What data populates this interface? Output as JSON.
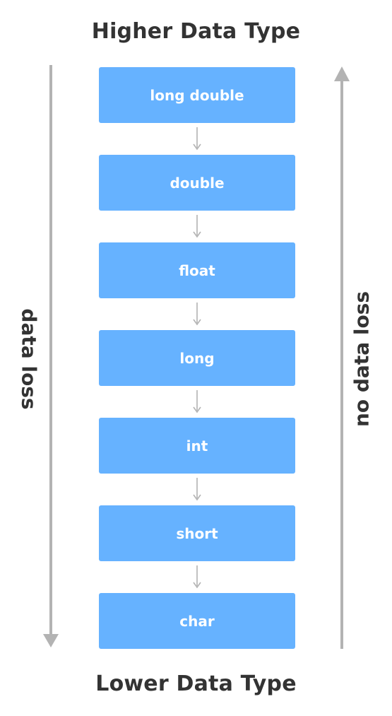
{
  "header": {
    "title": "Higher Data Type"
  },
  "footer": {
    "title": "Lower Data Type"
  },
  "types": [
    "long double",
    "double",
    "float",
    "long",
    "int",
    "short",
    "char"
  ],
  "left_arrow": {
    "label": "data loss"
  },
  "right_arrow": {
    "label": "no data loss"
  },
  "colors": {
    "box": "#66b2ff",
    "box_text": "#ffffff",
    "arrow": "#b3b3b3",
    "connector": "#b3b3b3",
    "title_text": "#333333"
  }
}
